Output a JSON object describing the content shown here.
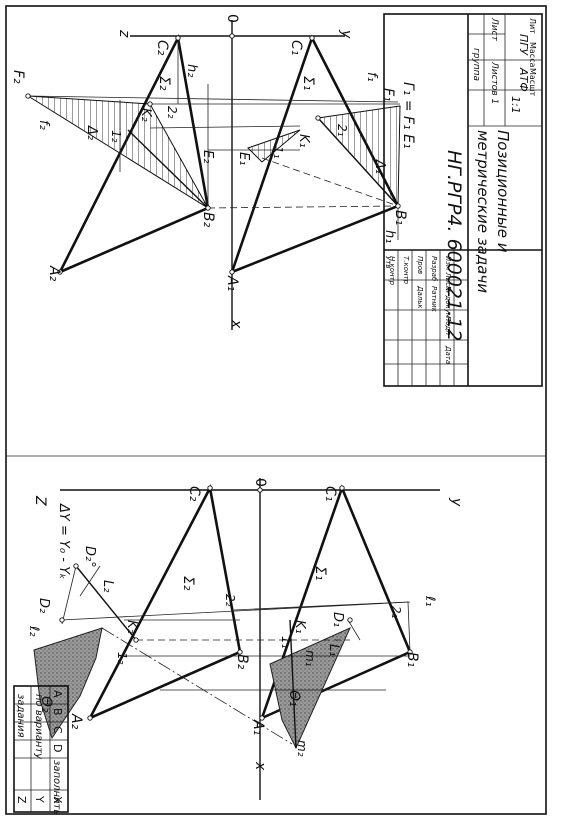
{
  "title_block": {
    "designation": "НГ.РГР4. 600021.12",
    "name_line1": "Позиционные и",
    "name_line2": "метрические задачи",
    "col_lit": "Лит",
    "col_mass": "Масса",
    "col_scale": "Масшт",
    "scale": "1:1",
    "sheet": "Лист",
    "sheets": "Листов 1",
    "org": "ПГУ",
    "dept": "АТФ",
    "group": "группа",
    "roles": [
      "Изм Лист",
      "Разраб",
      "Пров",
      "Т.контр",
      "Н.контр",
      "Утв"
    ],
    "headers": [
      "№ докум",
      "Подп",
      "Дата"
    ],
    "names": [
      "Ратник",
      "Дальк"
    ]
  },
  "variant_table": {
    "header": [
      "A",
      "B",
      "C",
      "D"
    ],
    "rows": [
      {
        "axis": "X",
        "text": "заполнить"
      },
      {
        "axis": "Y",
        "text": "по варианту"
      },
      {
        "axis": "Z",
        "text": "задания"
      }
    ]
  },
  "left_drawing": {
    "formula": "ΔY = Y₀ - Yₖ",
    "labels": {
      "z": "Z",
      "y": "y",
      "x": "x",
      "o": "0",
      "A2": "A₂",
      "B2": "B₂",
      "C2": "C₂",
      "A1": "A₁",
      "B1": "B₁",
      "C1": "C₁",
      "D2": "D₂",
      "D2o": "D₂°",
      "D1": "D₁",
      "L2": "L₂",
      "K2": "K₂",
      "K1": "K₁",
      "L1": "L₁",
      "12": "1₂",
      "22": "2₂",
      "11": "1₁",
      "21": "2₁",
      "S2": "Σ₂",
      "S1": "Σ₁",
      "Th2": "Θ₂",
      "Th1": "Θ₁",
      "l2": "ℓ₂",
      "l1": "ℓ₁",
      "m1": "m₁",
      "m2": "m₂"
    }
  },
  "right_drawing": {
    "labels": {
      "z": "z",
      "y": "y",
      "x": "x",
      "o": "0",
      "A2": "A₂",
      "B2": "B₂",
      "C2": "C₂",
      "A1": "A₁",
      "B1": "B₁",
      "C1": "C₁",
      "F2": "F₂",
      "F1": "F₁",
      "E2": "E₂",
      "E1": "E₁",
      "K2": "K₂",
      "K1": "K₁",
      "12": "1₂",
      "22": "2₂",
      "11": "1₁",
      "21": "2₁",
      "h2": "h₂",
      "h1": "h₁",
      "f2": "f₂",
      "f1": "f₁",
      "S2": "Σ₂",
      "S1": "Σ₁",
      "D2": "Δ₂",
      "D1": "Δ₁",
      "G": "Γ₁ = F₁ E₁"
    }
  }
}
